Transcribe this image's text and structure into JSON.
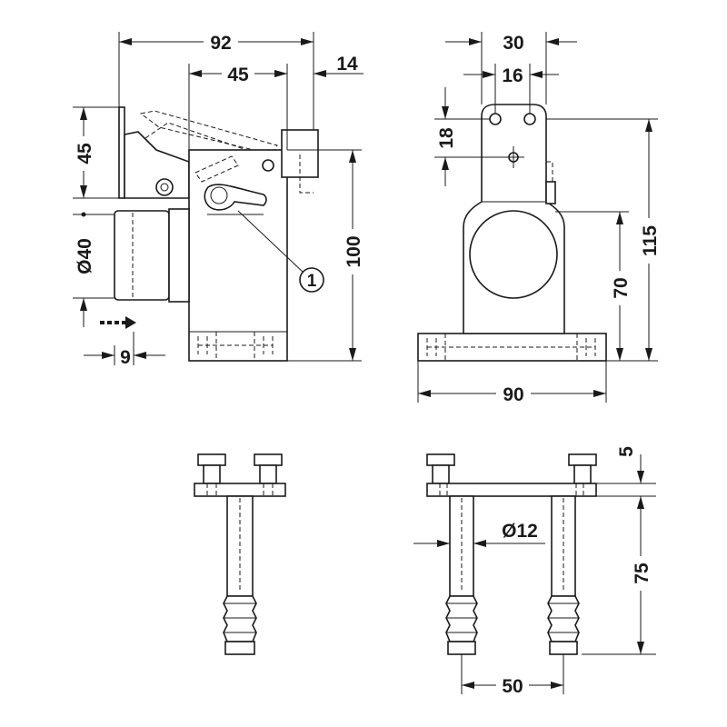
{
  "dimensions": {
    "side_total_width": "92",
    "side_body_width": "45",
    "side_plate_offset": "14",
    "side_top_height": "45",
    "side_diameter": "Ø40",
    "side_push_travel": "9",
    "side_height": "100",
    "front_width": "30",
    "front_hole_spacing": "16",
    "front_hole_offset": "18",
    "front_axis_height": "70",
    "front_total_height": "115",
    "front_base_width": "90",
    "anchor_plate_thickness": "5",
    "anchor_diameter": "Ø12",
    "anchor_length": "75",
    "anchor_spacing": "50"
  },
  "callouts": [
    {
      "label": "1",
      "description_visible": false
    }
  ],
  "views": [
    "side-view",
    "front-view",
    "anchor-side-view",
    "anchor-front-view"
  ]
}
